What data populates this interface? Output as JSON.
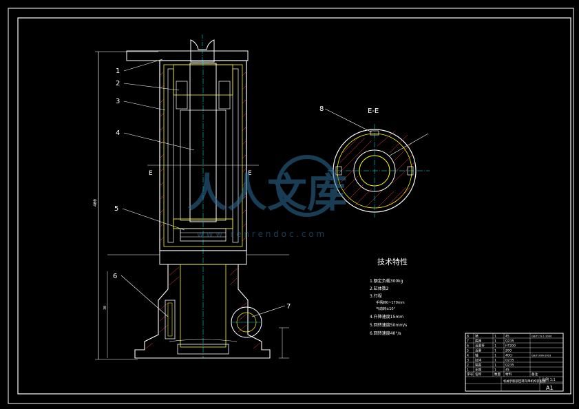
{
  "part_labels": [
    "1",
    "2",
    "3",
    "4",
    "5",
    "6",
    "7",
    "8"
  ],
  "section": {
    "title": "E-E",
    "cut_mark_left": "E",
    "cut_mark_right": "E"
  },
  "dimension_vertical": "400",
  "dimension_small": "30",
  "tech": {
    "title": "技术特性",
    "items": [
      "1.额定负载300kg",
      "2.缸体数2",
      "3.行程",
      "手柄转0~170mm",
      "气动转±10°",
      "4.升降速度15mm",
      "5.回转速度50mm/s",
      "6.回转速度40°/s"
    ]
  },
  "title_block": {
    "rows": [
      [
        "8",
        "销",
        "1",
        "45",
        "GB/T119.1-2000"
      ],
      [
        "7",
        "底座",
        "1",
        "Q235",
        ""
      ],
      [
        "6",
        "活塞杆",
        "1",
        "HT200",
        ""
      ],
      [
        "5",
        "活塞",
        "1",
        "Z60",
        ""
      ],
      [
        "4",
        "轴",
        "1",
        "40Cr",
        "GB/T1096-2003"
      ],
      [
        "3",
        "缸体",
        "1",
        "Q235",
        ""
      ],
      [
        "2",
        "端盖",
        "1",
        "Q235",
        ""
      ],
      [
        "1",
        "手臂",
        "1",
        "45",
        ""
      ]
    ],
    "header": [
      "序号",
      "名称",
      "数量",
      "材料",
      "备注"
    ],
    "drawing_name": "机械手腕部回转升降机构装配图",
    "scale": "比例 1:1",
    "sheet": "A1"
  },
  "watermark": {
    "text_cn": "人人文库",
    "text_url": "w w w . r e n r e n d o c . c o m"
  },
  "colors": {
    "background": "#000000",
    "outline": "#ffffff",
    "part": "#ffff00",
    "hatch": "#ff4040",
    "centerline": "#00ffff"
  }
}
